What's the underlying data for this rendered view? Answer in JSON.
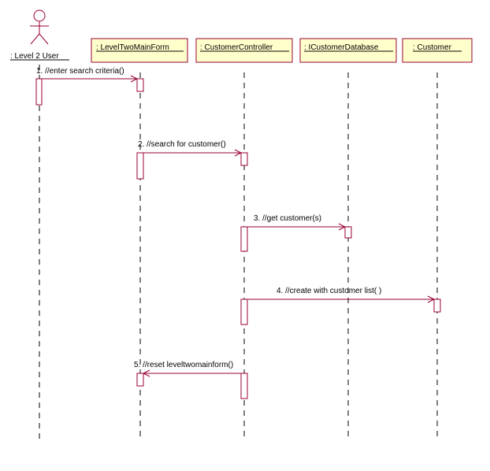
{
  "diagram": {
    "type": "sequence",
    "colors": {
      "box_fill": "#ffffcc",
      "box_stroke": "#990033",
      "line": "#990033",
      "lifeline": "#000000",
      "activation_fill": "#ffffff"
    },
    "actor": {
      "label": ": Level 2 User",
      "icon": "stick-figure-icon"
    },
    "objects": [
      {
        "id": "form",
        "label": ": LevelTwoMainForm"
      },
      {
        "id": "controller",
        "label": ": CustomerController"
      },
      {
        "id": "db",
        "label": ": ICustomerDatabase"
      },
      {
        "id": "customer",
        "label": ": Customer"
      }
    ],
    "messages": [
      {
        "label": "1. //enter search criteria()",
        "from": "user",
        "to": "form"
      },
      {
        "label": "2. //search for customer()",
        "from": "form",
        "to": "controller"
      },
      {
        "label": "3. //get customer(s)",
        "from": "controller",
        "to": "db"
      },
      {
        "label": "4. //create with customer list( )",
        "from": "controller",
        "to": "customer"
      },
      {
        "label": "5. //reset leveltwomainform()",
        "from": "controller",
        "to": "form"
      }
    ]
  }
}
